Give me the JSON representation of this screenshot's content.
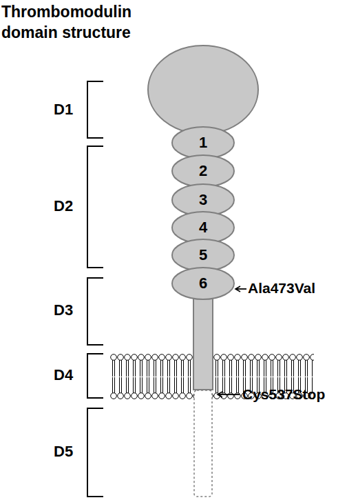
{
  "diagram": {
    "title": "Thrombomodulin domain structure",
    "nodes": [
      {
        "text": [
          "1"
        ]
      },
      {
        "text": [
          "2"
        ]
      },
      {
        "text": [
          "3"
        ]
      },
      {
        "text": [
          "4"
        ]
      },
      {
        "text": [
          "5"
        ]
      },
      {
        "text": [
          "6"
        ]
      }
    ],
    "labels": [
      "D1",
      "D2",
      "D3",
      "D4",
      "D5",
      "Ala473Val",
      "Cys537Stop"
    ]
  }
}
